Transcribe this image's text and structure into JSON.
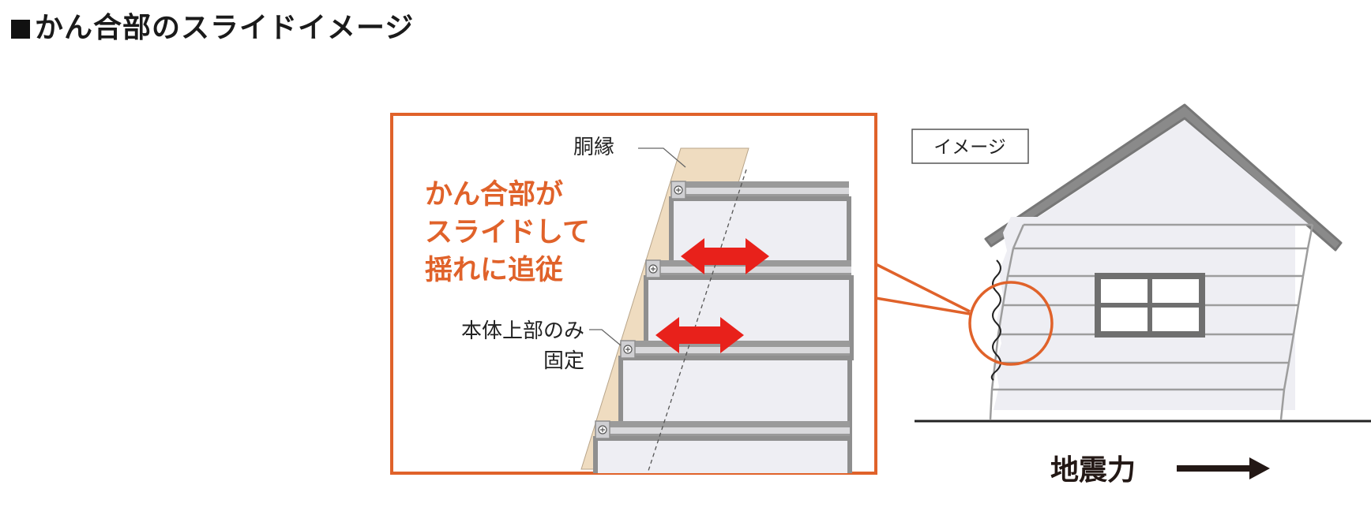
{
  "title": "■かん合部のスライドイメージ",
  "detail": {
    "label_dobuchi": "胴縁",
    "headline_lines": [
      "かん合部が",
      "スライドして",
      "揺れに追従"
    ],
    "fixed_label_lines": [
      "本体上部のみ",
      "固定"
    ]
  },
  "house": {
    "badge": "イメージ",
    "force_label": "地震力"
  },
  "colors": {
    "accent": "#e0622a",
    "arrow_red": "#e8211b",
    "wood": "#efdcc0",
    "siding_gray": "#9a9a9a",
    "panel_fill": "#eeeef3"
  },
  "icons": {
    "slide_arrow": "double-headed-arrow-icon",
    "force_arrow": "right-arrow-icon",
    "sway": "wavy-line-icon"
  }
}
